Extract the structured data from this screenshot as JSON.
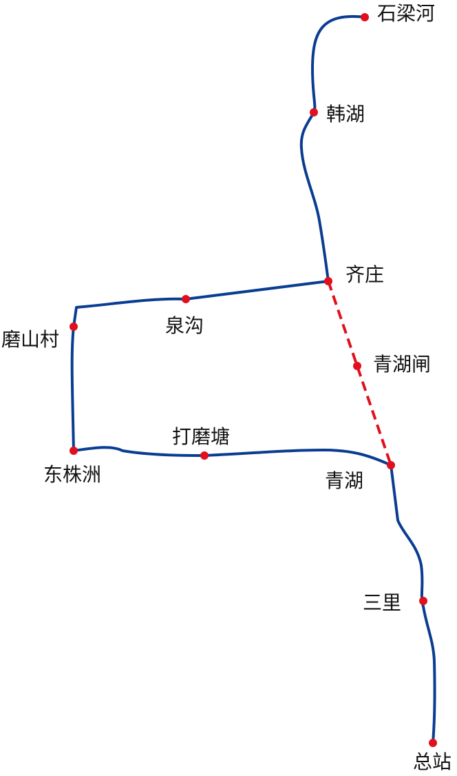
{
  "stations": {
    "shilianghe": "石梁河",
    "hanhu": "韩湖",
    "qizhuang": "齐庄",
    "quangou": "泉沟",
    "moshancun": "磨山村",
    "qinghuzha": "青湖闸",
    "dongzhuzhou": "东株洲",
    "damotang": "打磨塘",
    "qinghu": "青湖",
    "sanli": "三里",
    "zongzhan": "总站"
  },
  "colors": {
    "line": "#0a3d91",
    "station": "#e0101e",
    "dashed": "#e0101e"
  }
}
